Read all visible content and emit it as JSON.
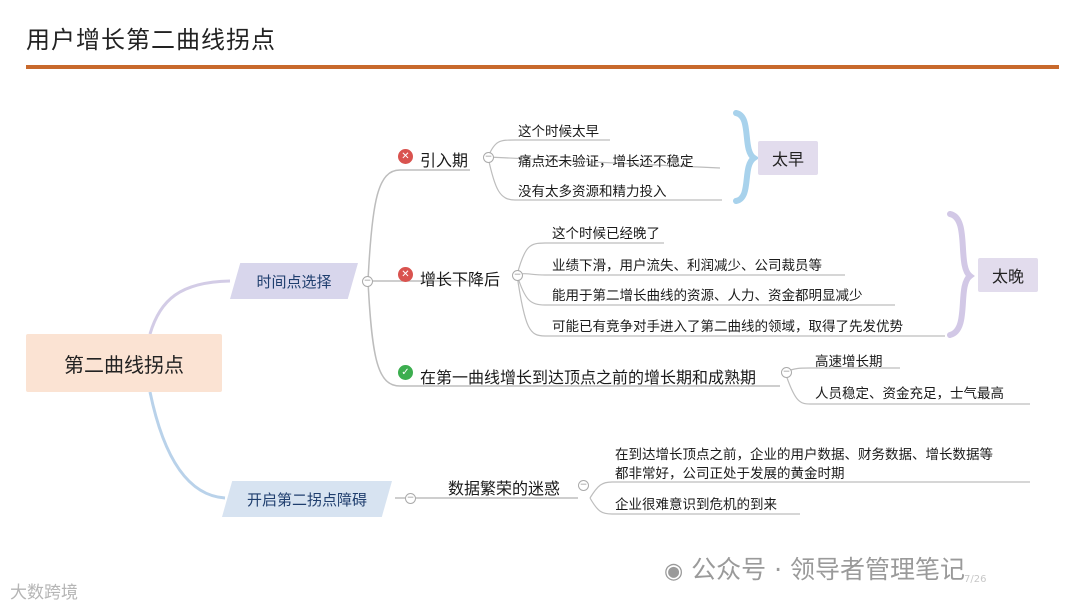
{
  "title": "用户增长第二曲线拐点",
  "central": "第二曲线拐点",
  "branches": {
    "timing": {
      "label": "时间点选择",
      "intro": {
        "label": "引入期",
        "items": [
          "这个时候太早",
          "痛点还未验证，增长还不稳定",
          "没有太多资源和精力投入"
        ],
        "summary": "太早"
      },
      "decline": {
        "label": "增长下降后",
        "items": [
          "这个时候已经晚了",
          "业绩下滑，用户流失、利润减少、公司裁员等",
          "能用于第二增长曲线的资源、人力、资金都明显减少",
          "可能已有竞争对手进入了第二曲线的领域，取得了先发优势"
        ],
        "summary": "太晚"
      },
      "best": {
        "label": "在第一曲线增长到达顶点之前的增长期和成熟期",
        "items": [
          "高速增长期",
          "人员稳定、资金充足，士气最高"
        ]
      }
    },
    "barrier": {
      "label": "开启第二拐点障碍",
      "sub": {
        "label": "数据繁荣的迷惑",
        "item1_line1": "在到达增长顶点之前，企业的用户数据、财务数据、增长数据等",
        "item1_line2": "都非常好，公司正处于发展的黄金时期",
        "item2": "企业很难意识到危机的到来"
      }
    }
  },
  "watermark": "公众号 · 领导者管理笔记",
  "watermark_logo": "大数跨境",
  "page_number": "7/26",
  "colors": {
    "accent_rule": "#c8692c",
    "line": "#b9b9b9",
    "brace": "#a8d2ec",
    "brace_purple": "#d2c8e6",
    "central_bg": "#fbe3d3",
    "branch_bg": "#d7e3f1",
    "summary_bg": "#e2dced"
  }
}
